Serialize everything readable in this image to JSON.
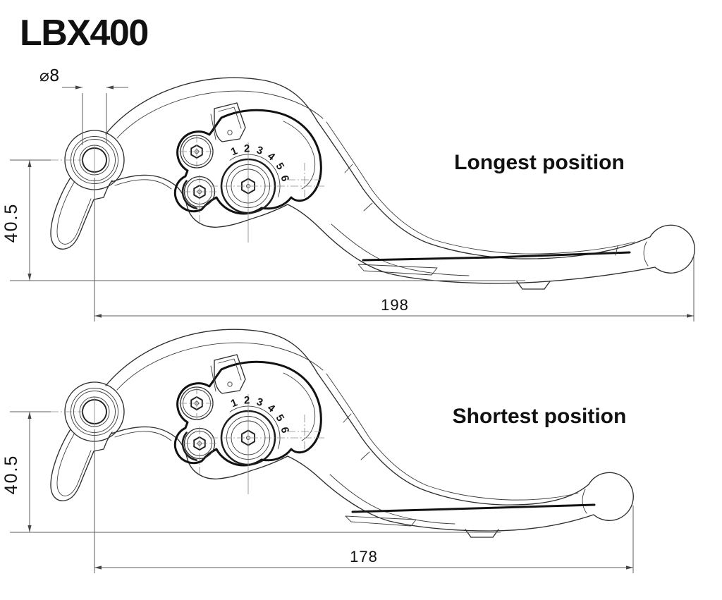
{
  "page": {
    "model": "LBX400",
    "background": "#ffffff",
    "line_color": "#2e2e2e",
    "dimension_color": "#5c5c5c"
  },
  "dial_numbers": [
    "1",
    "2",
    "3",
    "4",
    "5",
    "6"
  ],
  "figures": [
    {
      "id": "longest",
      "label": "Longest position",
      "length": "198",
      "height": "40.5",
      "hole_diameter": "⌀8"
    },
    {
      "id": "shortest",
      "label": "Shortest position",
      "length": "178",
      "height": "40.5"
    }
  ]
}
